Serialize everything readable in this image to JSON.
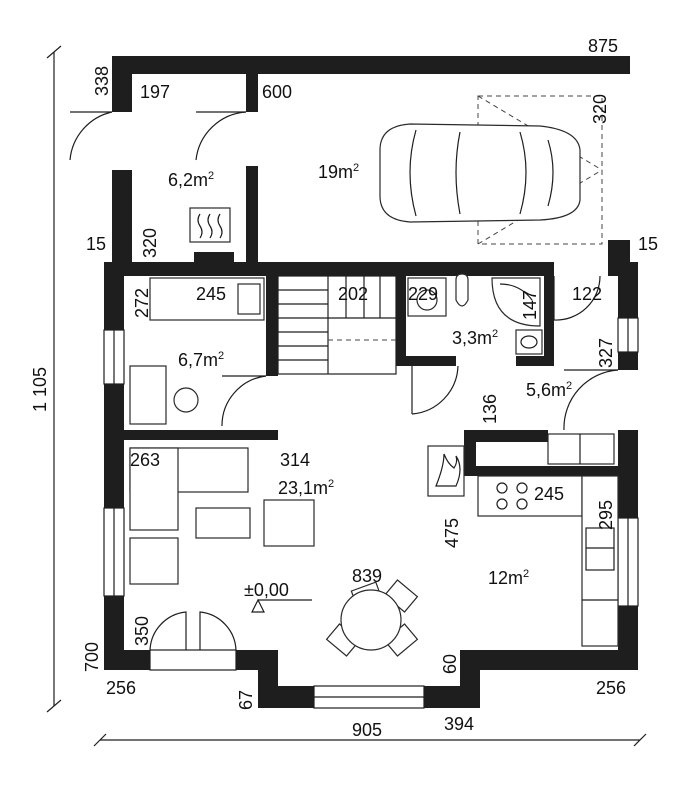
{
  "dimensions": {
    "top_right": "875",
    "left_top": "338",
    "vestibule_width": "197",
    "garage_width": "600",
    "garage_depth": "320",
    "vestibule_depth": "320",
    "left_wall_gap": "15",
    "right_wall_gap": "15",
    "study_depth": "272",
    "study_width": "245",
    "stairs_width": "202",
    "bath_width": "229",
    "bath_depth": "147",
    "hall_width": "122",
    "hall_depth": "327",
    "hall_door": "136",
    "living_left": "263",
    "living_width": "314",
    "kitchen_width": "245",
    "kitchen_depth": "295",
    "kitchen_length": "475",
    "dining": "839",
    "left_bottom_height": "350",
    "left_bottom": "700",
    "bottom_left_offset": "256",
    "bottom_right_offset": "256",
    "bay_depth": "67",
    "bay_right": "60",
    "total_width": "905",
    "bay_right_width": "394",
    "total_height": "1 105",
    "level": "±0,00"
  },
  "rooms": {
    "vestibule": {
      "value": "6,2m",
      "sup": "2"
    },
    "garage": {
      "value": "19m",
      "sup": "2"
    },
    "study": {
      "value": "6,7m",
      "sup": "2"
    },
    "bathroom": {
      "value": "3,3m",
      "sup": "2"
    },
    "hall": {
      "value": "5,6m",
      "sup": "2"
    },
    "living": {
      "value": "23,1m",
      "sup": "2"
    },
    "kitchen": {
      "value": "12m",
      "sup": "2"
    }
  }
}
